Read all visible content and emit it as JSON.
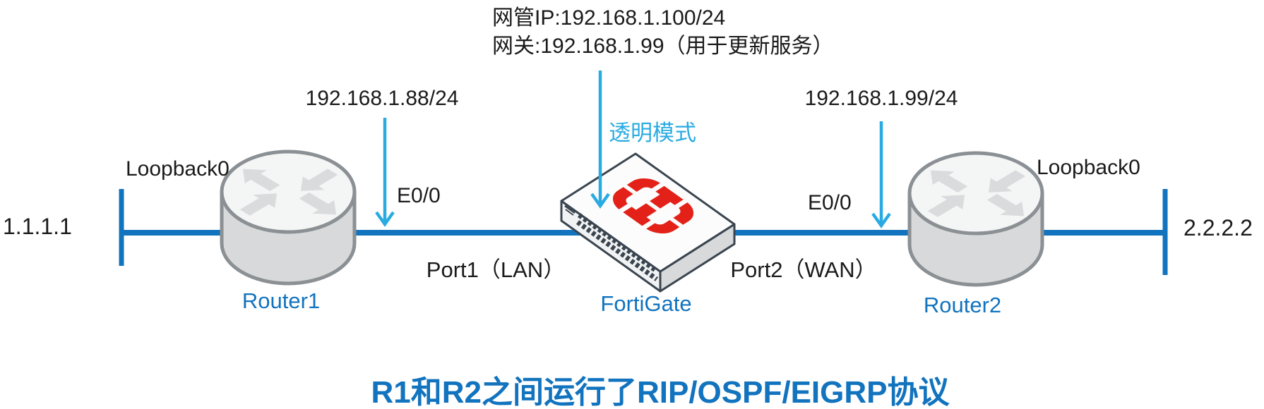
{
  "diagram": {
    "management_note_line1": "网管IP:192.168.1.100/24",
    "management_note_line2": "网关:192.168.1.99（用于更新服务）",
    "transparent_mode_label": "透明模式",
    "left_interface_ip": "192.168.1.88/24",
    "right_interface_ip": "192.168.1.99/24",
    "left_interface_name": "E0/0",
    "right_interface_name": "E0/0",
    "left_loopback_label": "Loopback0",
    "right_loopback_label": "Loopback0",
    "left_loopback_ip": "1.1.1.1",
    "right_loopback_ip": "2.2.2.2",
    "lan_port_label": "Port1（LAN）",
    "wan_port_label": "Port2（WAN）",
    "router1_name": "Router1",
    "router2_name": "Router2",
    "firewall_name": "FortiGate",
    "caption": "R1和R2之间运行了RIP/OSPF/EIGRP协议"
  },
  "colors": {
    "link_blue": "#1273be",
    "callout_cyan": "#29abe2",
    "device_label_blue": "#1273be",
    "fortinet_red": "#e32119",
    "router_gray_top": "#f4f5f5",
    "router_gray_side": "#d7d9da",
    "text_black": "#1a1a1a"
  }
}
